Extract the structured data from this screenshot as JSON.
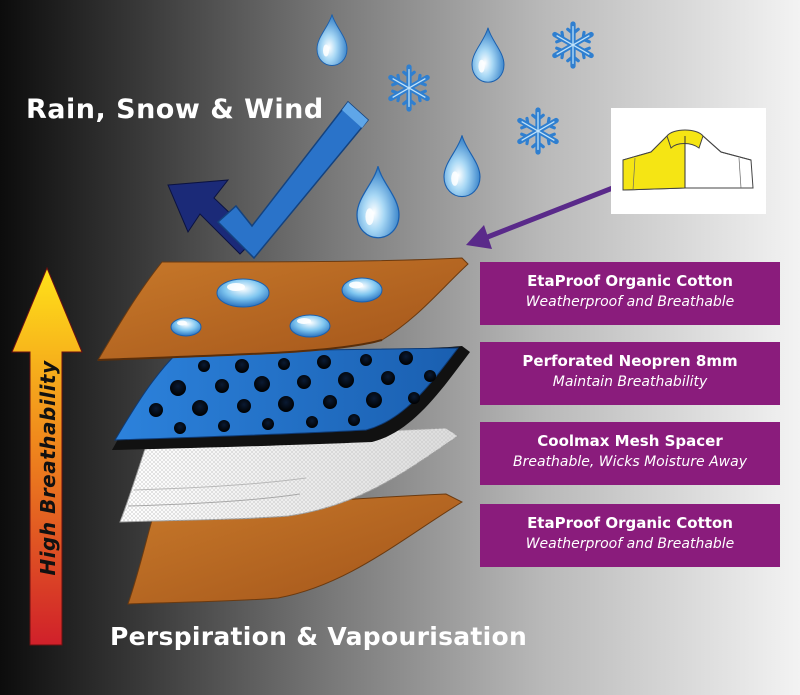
{
  "headline_top": "Rain, Snow & Wind",
  "headline_bottom": "Perspiration & Vapourisation",
  "arrow_label": "High Breathability",
  "layers": [
    {
      "name": "EtaProof Organic Cotton",
      "description": "Weatherproof and Breathable",
      "color": "#b8661c"
    },
    {
      "name": "Perforated Neopren 8mm",
      "description": "Maintain Breathability",
      "color": "#1f6fc8"
    },
    {
      "name": "Coolmax Mesh Spacer",
      "description": "Breathable, Wicks Moisture Away",
      "color": "#f2f2f2"
    },
    {
      "name": "EtaProof Organic Cotton",
      "description": "Weatherproof and Breathable",
      "color": "#b8661c"
    }
  ],
  "colors": {
    "label_bg": "#8a1c7c",
    "check_mark": "#2a73c9",
    "deflect_arrow": "#1b2a78",
    "pointer_arrow": "#5a2a8a",
    "thumbnail_highlight": "#f5e514"
  },
  "icons": [
    "raindrop-icon",
    "snowflake-icon",
    "checkmark-icon",
    "breathability-arrow-icon",
    "jacket-thumbnail-icon"
  ]
}
